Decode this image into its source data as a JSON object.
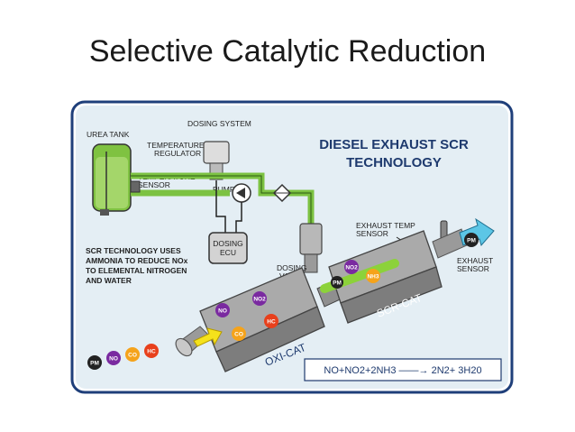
{
  "title": "Selective Catalytic Reduction",
  "diagram": {
    "heading_line1": "DIESEL EXHAUST SCR",
    "heading_line2": "TECHNOLOGY",
    "urea_tank": "UREA TANK",
    "dosing_system": "DOSING SYSTEM",
    "temp_regulator_1": "TEMPERATURE",
    "temp_regulator_2": "REGULATOR",
    "temp_sensor_1": "TEMPERATURE",
    "temp_sensor_2": "SENSOR",
    "pump": "PUMP",
    "dosing_ecu_1": "DOSING",
    "dosing_ecu_2": "ECU",
    "exhaust_temp_1": "EXHAUST TEMP",
    "exhaust_temp_2": "SENSOR",
    "exhaust_sensor_1": "EXHAUST",
    "exhaust_sensor_2": "SENSOR",
    "dosing_valve_1": "DOSING",
    "dosing_valve_2": "VALVE",
    "scr_note": [
      "SCR TECHNOLOGY USES",
      "AMMONIA TO REDUCE NOx",
      "TO ELEMENTAL NITROGEN",
      "AND WATER"
    ],
    "oxi_cat": "OXI-CAT",
    "scr_cat": "SCR-CAT",
    "equation": "NO+NO2+2NH3 ——→ 2N2+ 3H20",
    "inlet_molecules": [
      "PM",
      "NO",
      "CO",
      "HC"
    ],
    "oxi_molecules": [
      "NO",
      "NO2",
      "HC",
      "CO"
    ],
    "scr_molecules": [
      "NO2",
      "PM",
      "NH3"
    ],
    "outlet_molecule": "PM"
  }
}
